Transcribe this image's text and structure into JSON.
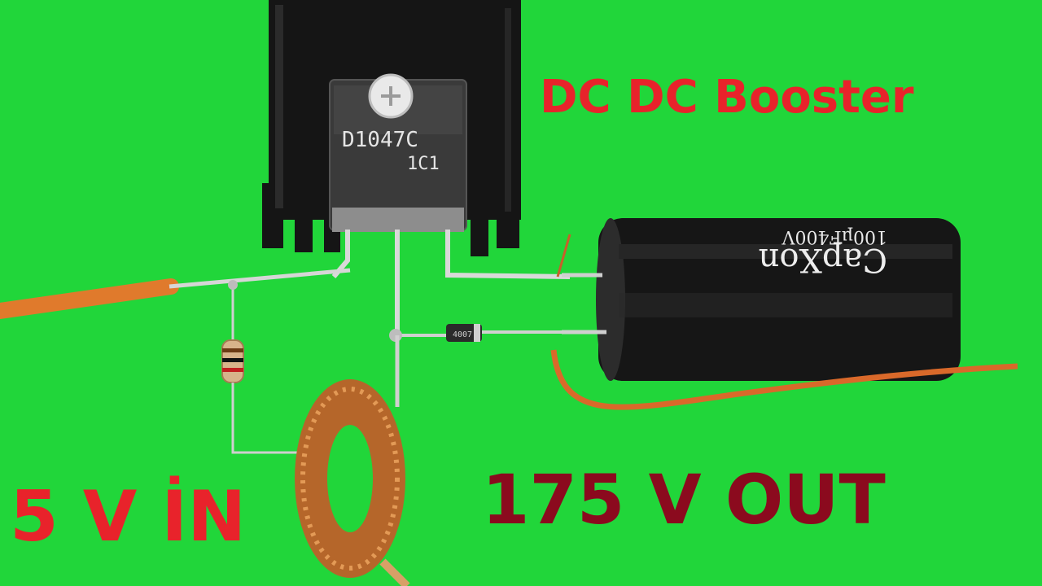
{
  "captions": {
    "title": "DC DC Booster",
    "input": "5 V İN",
    "output": "175 V OUT"
  },
  "markings": {
    "transistor_part": "D1047C",
    "transistor_code": "1C1",
    "capacitor_rating": "100µF400V",
    "capacitor_brand": "CapXon",
    "diode_code": "4007"
  },
  "colors": {
    "background": "#21d63a",
    "title_text": "#e8232b",
    "input_text": "#e8232b",
    "output_text": "#8b0a1e",
    "heatsink": "#141414",
    "capacitor": "#161616",
    "copper": "#c8732a",
    "wire_insulation": "#e07a2c"
  }
}
